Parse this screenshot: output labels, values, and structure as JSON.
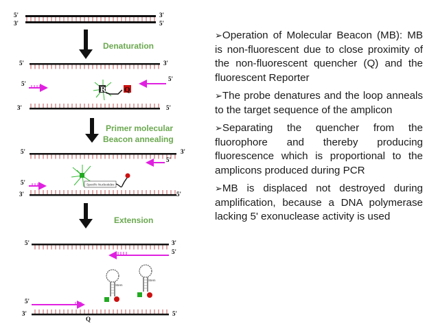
{
  "diagram": {
    "prime_5": "5'",
    "prime_3": "3'",
    "steps": [
      "Denaturation",
      "Primer molecular",
      "Beacon annealing",
      "Extension"
    ],
    "reporter_letter": "R",
    "quencher_letter": "Q",
    "probe_caption": "Specific Nucleotides",
    "stem_caption": "Stem"
  },
  "bullets": [
    {
      "marker": "➢",
      "text": "Operation of Molecular Beacon (MB): MB is non-fluorescent due to close proximity of the non-fluorescent quencher (Q) and the fluorescent Reporter"
    },
    {
      "marker": "➢",
      "text": "The probe denatures and the loop anneals to the target sequence of the amplicon"
    },
    {
      "marker": "➢",
      "text": "Separating the quencher from the fluorophore and thereby producing fluorescence which is proportional to the amplicons produced during PCR"
    },
    {
      "marker": "➢",
      "text": "MB is displaced not destroyed during amplification, because a DNA polymerase lacking 5' exonuclease activity is used"
    }
  ],
  "colors": {
    "primer": "#e020e0",
    "label": "#6aa84f",
    "quencher": "#cc1111",
    "reporter": "#22aa22",
    "strand": "#111111"
  }
}
